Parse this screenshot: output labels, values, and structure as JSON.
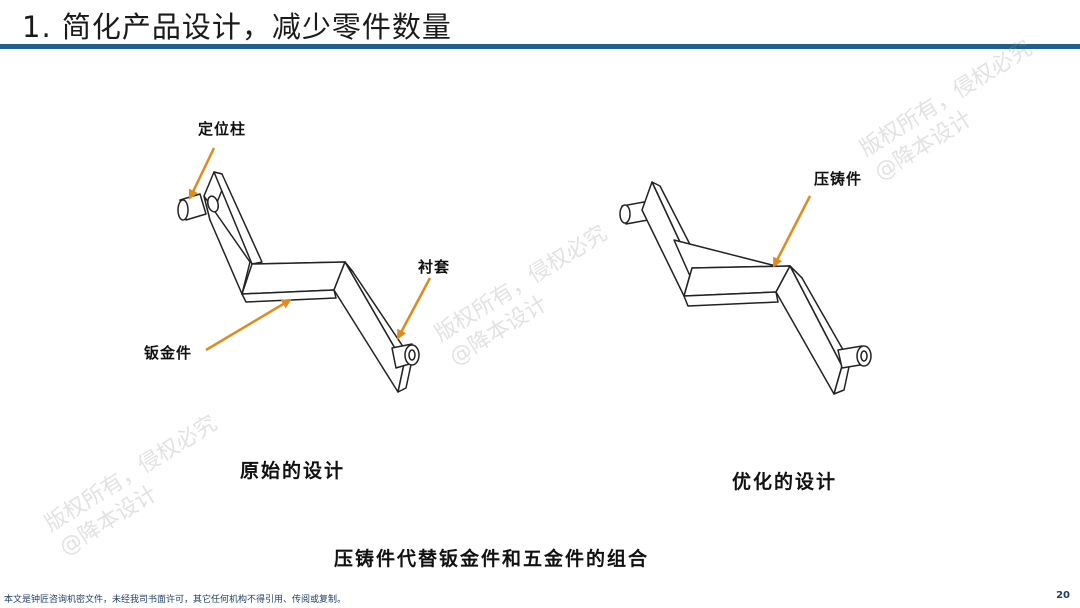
{
  "header": {
    "title": "1. 简化产品设计，减少零件数量"
  },
  "figures": {
    "left": {
      "callouts": {
        "locating_pin": "定位柱",
        "bushing": "衬套",
        "sheet_metal": "钣金件"
      },
      "caption": "原始的设计"
    },
    "right": {
      "callouts": {
        "die_casting": "压铸件"
      },
      "caption": "优化的设计"
    }
  },
  "summary": "压铸件代替钣金件和五金件的组合",
  "watermark": {
    "line1": "版权所有，侵权必究",
    "line2": "@降本设计"
  },
  "footer": {
    "notice": "本文是钟匠咨询机密文件，未经我司书面许可，其它任何机构不得引用、传阅或复制。",
    "page_number": "20"
  },
  "colors": {
    "accent": "#1f5f8b",
    "arrow": "#e08a1e"
  }
}
